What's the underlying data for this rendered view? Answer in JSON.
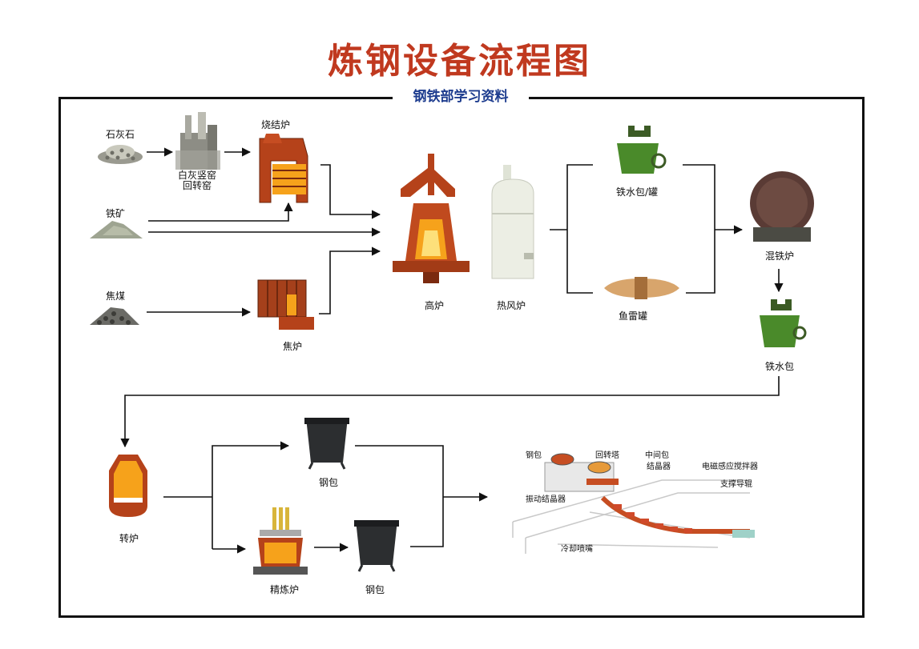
{
  "title": "炼钢设备流程图",
  "subtitle": "钢铁部学习资料",
  "labels": {
    "limestone": "石灰石",
    "kiln_1": "白灰竖窑",
    "kiln_2": "回转窑",
    "sinter": "烧结炉",
    "iron_ore": "铁矿",
    "coking_coal": "焦煤",
    "coke_oven": "焦炉",
    "blast_furnace": "高炉",
    "hot_blast_stove": "热风炉",
    "ladle_tank": "铁水包/罐",
    "torpedo_car": "鱼雷罐",
    "mixer": "混铁炉",
    "iron_ladle": "铁水包",
    "converter": "转炉",
    "steel_ladle_1": "钢包",
    "refining": "精炼炉",
    "steel_ladle_2": "钢包"
  },
  "caster_labels": {
    "ladle": "钢包",
    "turret": "回转塔",
    "tundish": "中间包",
    "mold": "结晶器",
    "stirrer": "电磁感应搅拌器",
    "support_rolls": "支撑导辊",
    "osc_mold": "振动结晶器",
    "spray": "冷却喷嘴"
  },
  "colors": {
    "title": "#c0391f",
    "subtitle": "#1e3d8f",
    "furnace": "#b5421a",
    "fire": "#f6a21b",
    "ladle": "#4a8a2a"
  }
}
